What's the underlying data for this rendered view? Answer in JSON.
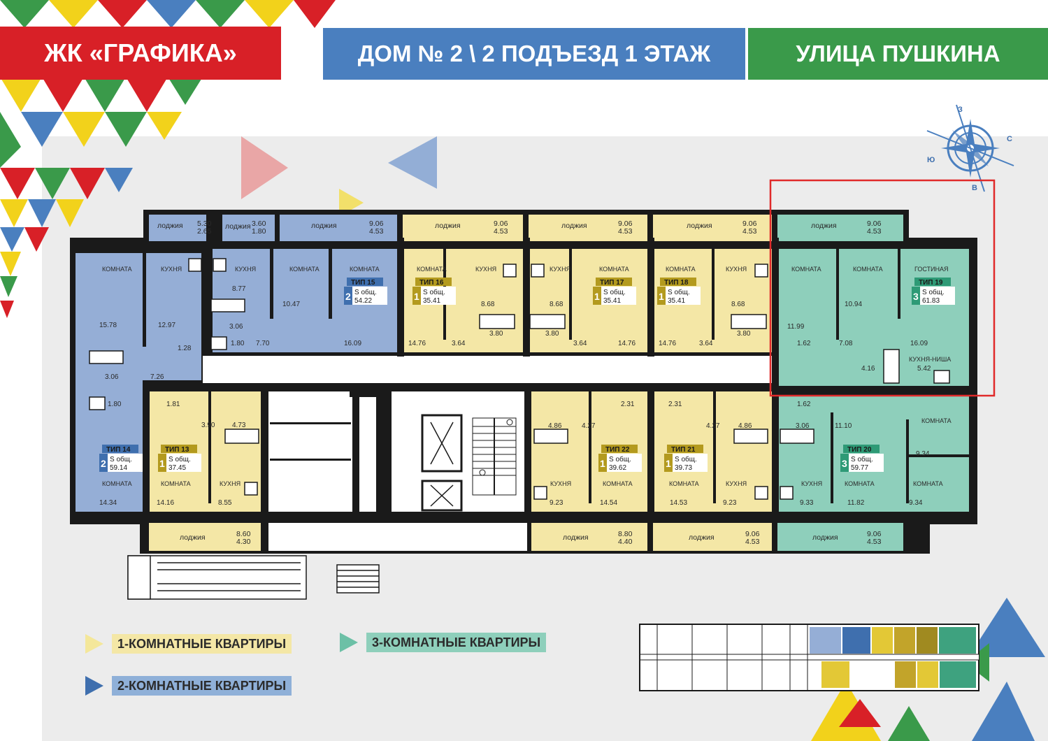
{
  "header": {
    "project": "ЖК «ГРАФИКА»",
    "building": "ДОМ № 2 \\ 2 ПОДЪЕЗД 1 ЭТАЖ",
    "street": "УЛИЦА ПУШКИНА"
  },
  "compass": {
    "n": "З",
    "e": "С",
    "s": "В",
    "w": "Ю"
  },
  "labels": {
    "area": "S общ.",
    "loggia": "лоджия",
    "room": "КОМНАТА",
    "kitchen": "КУХНЯ",
    "living": "ГОСТИНАЯ",
    "niche": "КУХНЯ-НИША"
  },
  "colors": {
    "one_room": "#f4e7a6",
    "two_room": "#95aed6",
    "three_room": "#8ecfbb",
    "red": "#d82027",
    "blue": "#4a7fbf",
    "green": "#3a9a4a"
  },
  "legend": [
    {
      "label": "1-КОМНАТНЫЕ КВАРТИРЫ",
      "tri": "#f4e79a",
      "bg": "#f4e7a6"
    },
    {
      "label": "3-КОМНАТНЫЕ КВАРТИРЫ",
      "tri": "#6cc0a6",
      "bg": "#8ecfbb"
    },
    {
      "label": "2-КОМНАТНЫЕ КВАРТИРЫ",
      "tri": "#3f6fae",
      "bg": "#8fb0d8"
    }
  ],
  "apartments": [
    {
      "type": "ТИП 14",
      "rooms": "2",
      "area": "59.14"
    },
    {
      "type": "ТИП 13",
      "rooms": "1",
      "area": "37.45"
    },
    {
      "type": "ТИП 15",
      "rooms": "2",
      "area": "54.22"
    },
    {
      "type": "ТИП 16",
      "rooms": "1",
      "area": "35.41"
    },
    {
      "type": "ТИП 17",
      "rooms": "1",
      "area": "35.41"
    },
    {
      "type": "ТИП 18",
      "rooms": "1",
      "area": "35.41"
    },
    {
      "type": "ТИП 19",
      "rooms": "3",
      "area": "61.83"
    },
    {
      "type": "ТИП 22",
      "rooms": "1",
      "area": "39.62"
    },
    {
      "type": "ТИП 21",
      "rooms": "1",
      "area": "39.73"
    },
    {
      "type": "ТИП 20",
      "rooms": "3",
      "area": "59.77"
    }
  ],
  "room_values": {
    "a14": [
      "15.78",
      "12.97",
      "1.28",
      "3.06",
      "7.26",
      "1.80",
      "14.34"
    ],
    "a13": [
      "1.81",
      "3.90",
      "4.73",
      "14.16",
      "8.55"
    ],
    "a15": [
      "8.77",
      "3.06",
      "1.80",
      "7.70",
      "10.47",
      "16.09"
    ],
    "a16": [
      "8.68",
      "3.80",
      "14.76",
      "3.64"
    ],
    "a17": [
      "8.68",
      "3.80",
      "3.64",
      "14.76"
    ],
    "a18": [
      "8.68",
      "3.80",
      "14.76",
      "3.64"
    ],
    "a19": [
      "11.99",
      "1.62",
      "10.94",
      "7.08",
      "16.09",
      "4.16",
      "5.42"
    ],
    "a22": [
      "4.86",
      "4.27",
      "2.31",
      "9.23",
      "14.54"
    ],
    "a21": [
      "2.31",
      "4.27",
      "4.86",
      "14.53",
      "9.23"
    ],
    "a20": [
      "1.62",
      "3.06",
      "11.10",
      "9.34",
      "9.33",
      "11.82",
      "9.34"
    ]
  },
  "loggias": {
    "l14a": [
      "5.30",
      "2.65"
    ],
    "l15a": [
      "3.60",
      "1.80"
    ],
    "l15": [
      "9.06",
      "4.53"
    ],
    "l16": [
      "9.06",
      "4.53"
    ],
    "l17": [
      "9.06",
      "4.53"
    ],
    "l18": [
      "9.06",
      "4.53"
    ],
    "l19": [
      "9.06",
      "4.53"
    ],
    "l13": [
      "8.60",
      "4.30"
    ],
    "l22": [
      "8.80",
      "4.40"
    ],
    "l21": [
      "9.06",
      "4.53"
    ],
    "l20": [
      "9.06",
      "4.53"
    ]
  }
}
